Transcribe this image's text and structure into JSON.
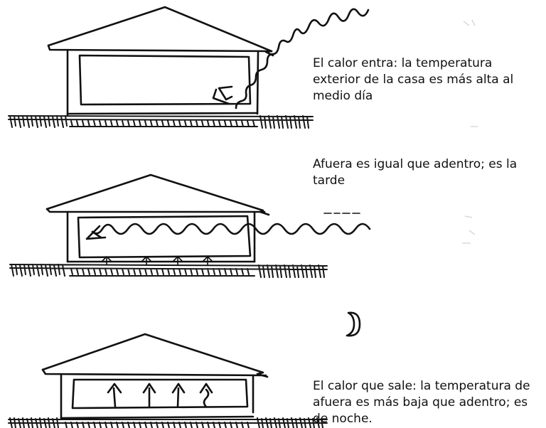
{
  "panels": [
    {
      "id": "day",
      "caption": "El calor entra: la temperatura exterior de la casa es más alta al medio día",
      "heat_flow": "in",
      "celestial": "sun-rays-icon"
    },
    {
      "id": "afternoon",
      "caption": "Afuera es igual que adentro; es la tarde",
      "heat_flow": "balanced",
      "celestial": "sun-rays-icon"
    },
    {
      "id": "night",
      "caption": "El calor que sale: la temperatura de afuera es más baja que adentro; es de noche.",
      "heat_flow": "out",
      "celestial": "moon-icon"
    }
  ],
  "colors": {
    "ink": "#111111",
    "background": "#ffffff"
  }
}
